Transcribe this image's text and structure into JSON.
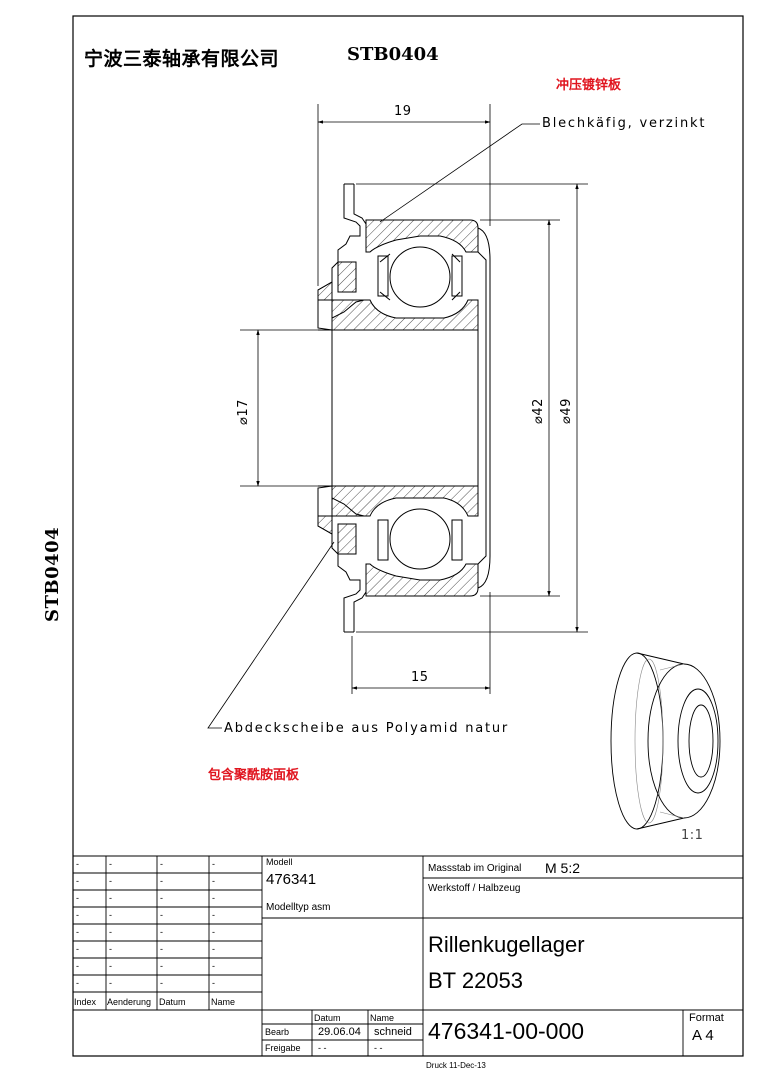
{
  "header": {
    "company": "宁波三泰轴承有限公司",
    "code": "STB0404",
    "finish_note": "冲压镀锌板",
    "side_code": "STB0404"
  },
  "drawing": {
    "dim_width": "19",
    "dim_ring_width": "15",
    "dim_bore": "⌀17",
    "dim_outer": "⌀42",
    "dim_flange": "⌀49",
    "note_cage": "Blechkäfig, verzinkt",
    "note_shield": "Abdeckscheibe aus Polyamid natur",
    "note_shield_cn": "包含聚酰胺面板",
    "iso_scale": "1:1"
  },
  "title_block": {
    "revision_rows": [
      [
        "-",
        "-",
        "-",
        "-"
      ],
      [
        "-",
        "-",
        "-",
        "-"
      ],
      [
        "-",
        "-",
        "-",
        "-"
      ],
      [
        "-",
        "-",
        "-",
        "-"
      ],
      [
        "-",
        "-",
        "-",
        "-"
      ],
      [
        "-",
        "-",
        "-",
        "-"
      ],
      [
        "-",
        "-",
        "-",
        "-"
      ],
      [
        "-",
        "-",
        "-",
        "-"
      ]
    ],
    "revision_headers": [
      "Index",
      "Aenderung",
      "Datum",
      "Name"
    ],
    "model_label": "Modell",
    "model_value": "476341",
    "model_type": "Modelltyp  asm",
    "scale_label": "Massstab  im  Original",
    "scale_value": "M  5:2",
    "material_label": "Werkstoff  /  Halbzeug",
    "part_name": "Rillenkugellager",
    "part_code": "BT  22053",
    "col_date": "Datum",
    "col_name": "Name",
    "row_bearb": "Bearb",
    "bearb_date": "29.06.04",
    "bearb_name": "schneid",
    "row_freigabe": "Freigabe",
    "freigabe_date": "-  -",
    "freigabe_name": "-  -",
    "drawing_number": "476341-00-000",
    "format_label": "Format",
    "format_value": "A  4",
    "print_note": "Druck  11-Dec-13"
  }
}
